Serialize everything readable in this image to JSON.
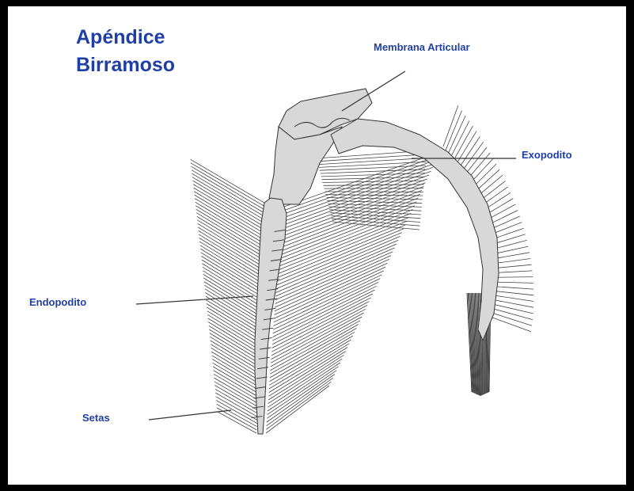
{
  "title": {
    "line1": "Apéndice",
    "line2": "Birramoso"
  },
  "labels": {
    "membrana": "Membrana Articular",
    "exopodito": "Exopodito",
    "endopodito": "Endopodito",
    "setas": "Setas"
  },
  "colors": {
    "background": "#000000",
    "panel": "#ffffff",
    "label_text": "#1f3fa6",
    "structure_fill": "#d8d8d8",
    "line": "#333333"
  }
}
